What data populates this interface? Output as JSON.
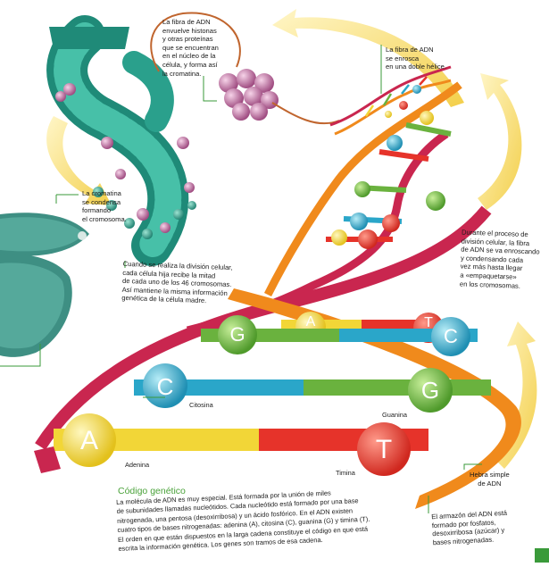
{
  "labels": {
    "cromatina_top": [
      "La fibra de ADN",
      "envuelve histonas",
      "y otras proteínas",
      "que se encuentran",
      "en el núcleo de la",
      "célula, y forma así",
      "la cromatina."
    ],
    "doble_helice": [
      "La fibra de ADN",
      "se enrosca",
      "en una doble hélice."
    ],
    "cromosoma": [
      "La cromatina",
      "se condensa",
      "formando",
      "el cromosoma."
    ],
    "division": [
      "Cuando se realiza la división celular,",
      "cada célula hija recibe la mitad",
      "de cada uno de los 46 cromosomas.",
      "Así mantiene la misma información",
      "genética de la célula madre."
    ],
    "proceso": [
      "Durante el proceso de",
      "división celular, la fibra",
      "de ADN se va enroscando",
      "y condensando cada",
      "vez más hasta llegar",
      "a «empaquetarse»",
      "en los cromosomas."
    ],
    "hebra": [
      "Hebra simple",
      "de ADN"
    ],
    "armazon": [
      "El armazón del ADN está",
      "formado por fosfatos,",
      "desoxirribosa (azúcar) y",
      "bases nitrogenadas."
    ]
  },
  "bases": {
    "citosina": "Citosina",
    "guanina": "Guanina",
    "adenina": "Adenina",
    "timina": "Timina"
  },
  "letters": {
    "a_small": "A",
    "t_small": "T",
    "g_upper": "G",
    "c_upper": "C",
    "c_lower": "C",
    "g_lower": "G",
    "a_big": "A",
    "t_big": "T"
  },
  "codigo": {
    "title": "Código genético",
    "lines": [
      "La molécula de ADN es muy especial. Está formada por la unión de miles",
      "de subunidades llamadas nucleótidos. Cada nucleótido está formado por una base",
      "nitrogenada, una pentosa (desoxirribosa) y un ácido fosfórico. En el ADN existen",
      "cuatro tipos de bases nitrogenadas: adenina (A), citosina (C), guanina (G) y timina (T).",
      "El orden en que están dispuestos en la larga cadena constituye el código en que está",
      "escrita la información genética. Los genes son tramos de esa cadena."
    ]
  },
  "colors": {
    "strand_red": "#c9264f",
    "strand_orange": "#f08a1c",
    "adenine": "#f2d637",
    "thymine": "#e6332a",
    "guanine": "#6ab23e",
    "cytosine": "#2aa6c9",
    "chromatin": "#2e9f8c",
    "histone": "#c87aa8",
    "arrow": "#f7dc6f"
  }
}
